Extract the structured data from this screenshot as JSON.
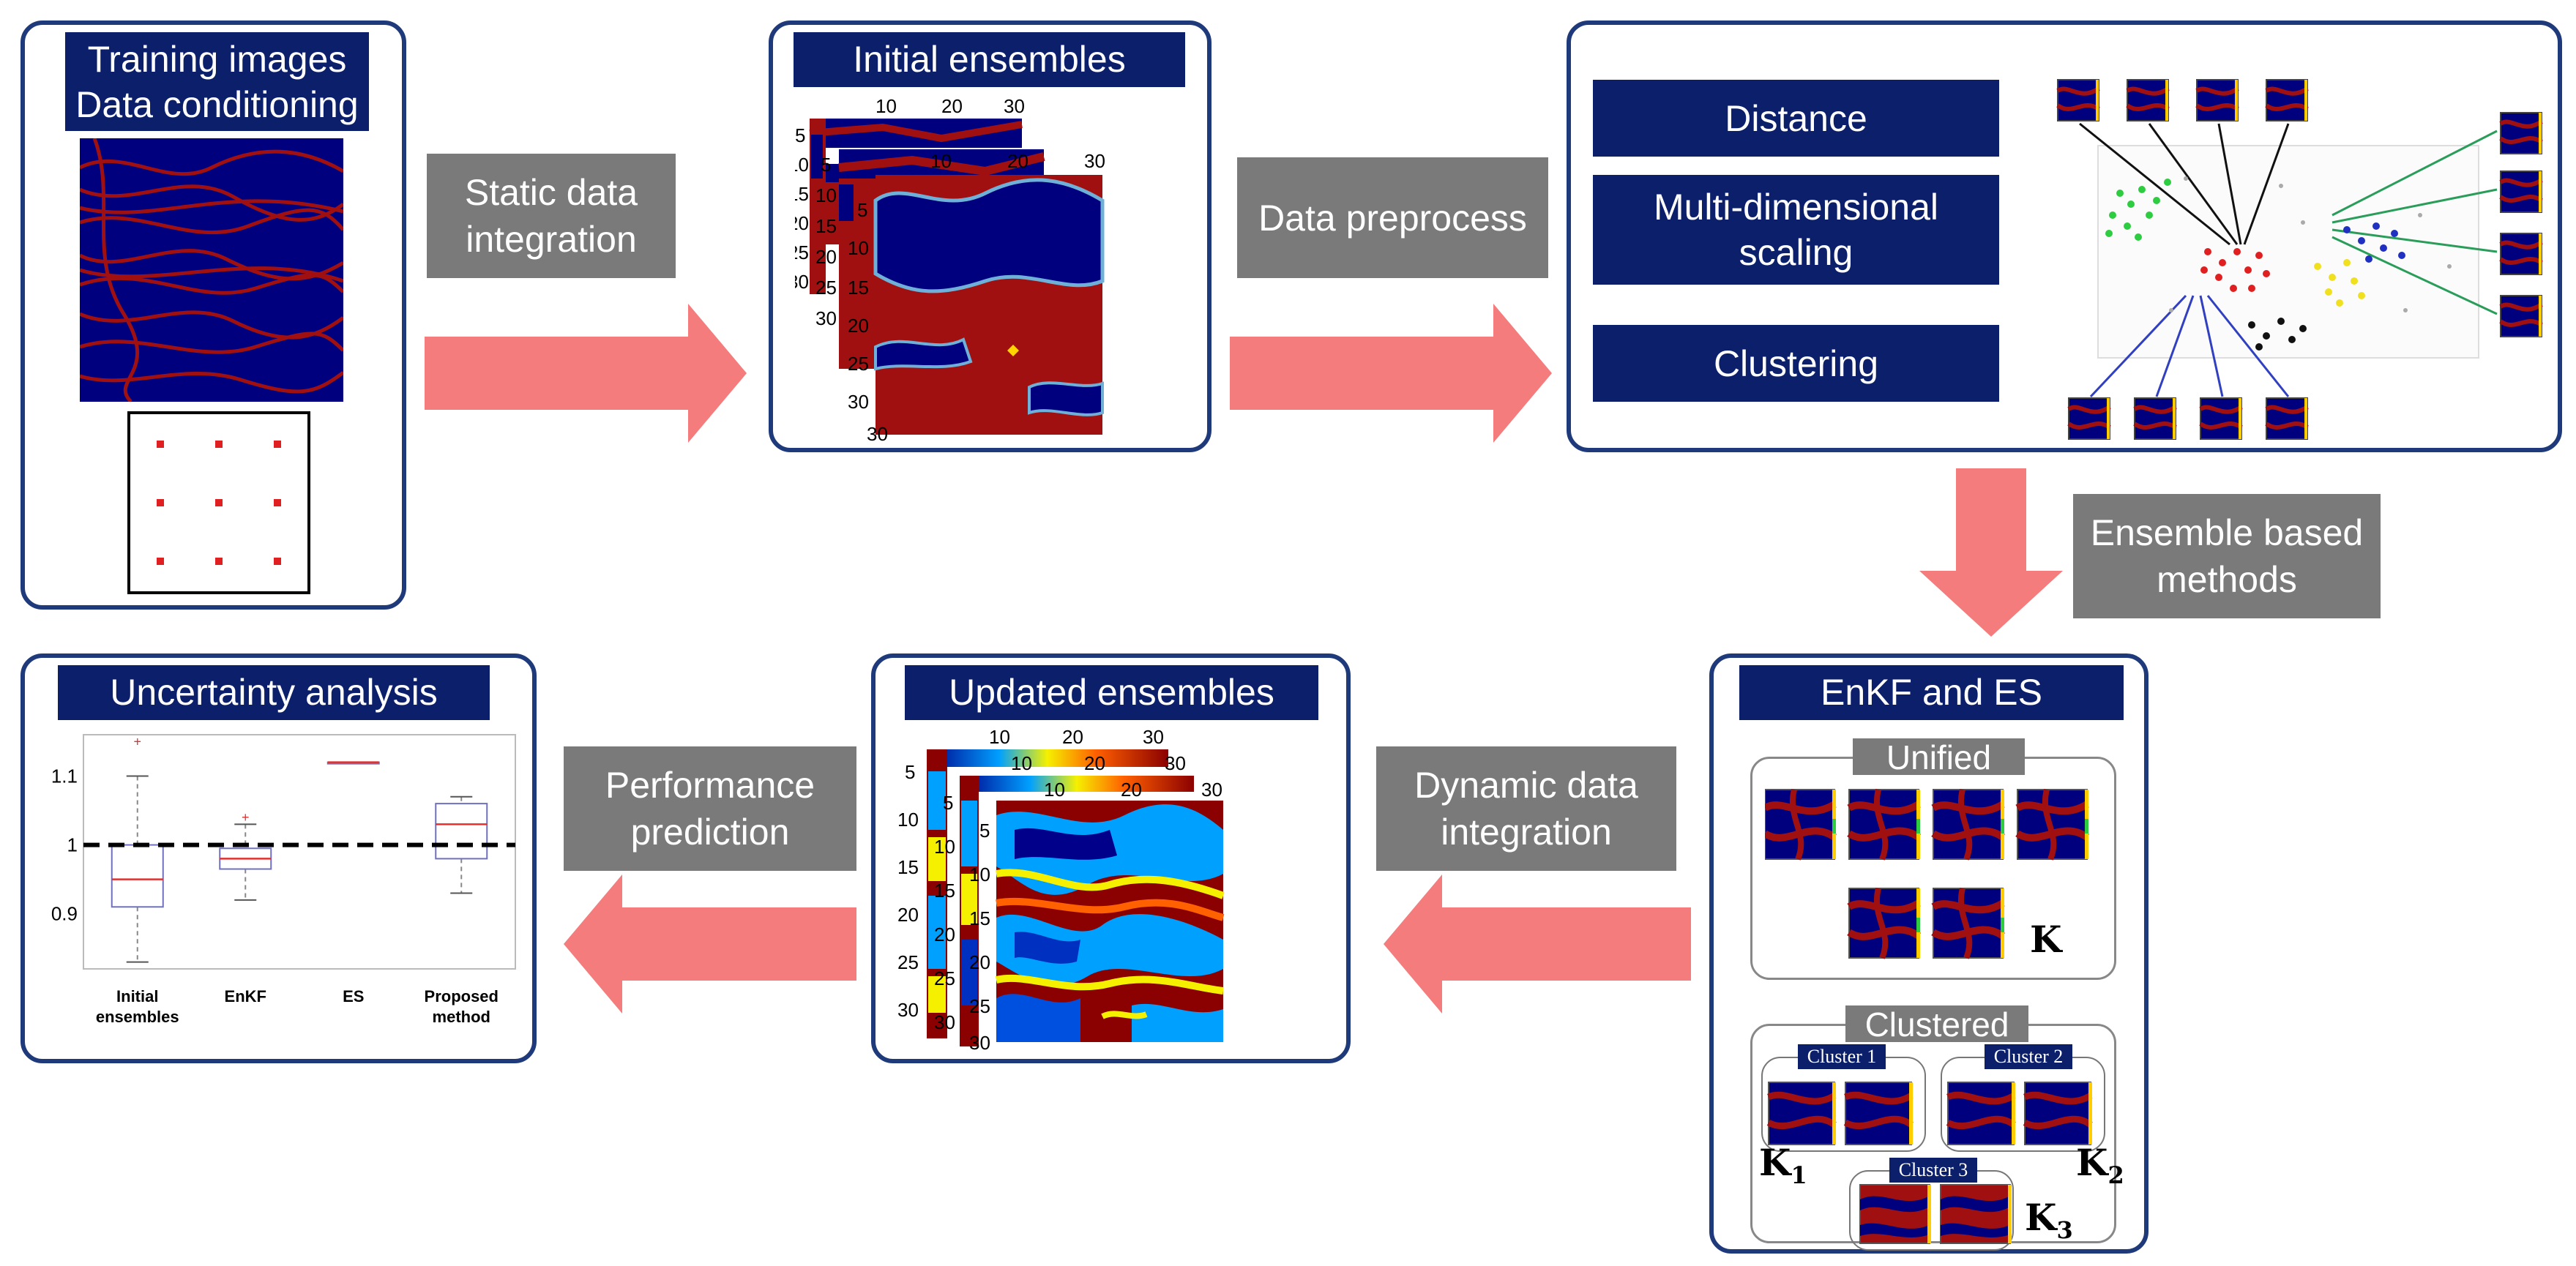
{
  "panels": {
    "training": {
      "title_line1": "Training images",
      "title_line2": "Data conditioning"
    },
    "initial": {
      "title": "Initial ensembles",
      "x_ticks": [
        "10",
        "20",
        "30"
      ],
      "y_ticks": [
        "5",
        "10",
        "15",
        "20",
        "25",
        "30"
      ]
    },
    "preprocess": {
      "items": [
        "Distance",
        "Multi-dimensional scaling",
        "Clustering"
      ]
    },
    "enkf": {
      "title": "EnKF and ES",
      "unified_label": "Unified",
      "clustered_label": "Clustered",
      "clusters": [
        "Cluster 1",
        "Cluster 2",
        "Cluster 3"
      ],
      "k": "K",
      "k1_sub": "1",
      "k2_sub": "2",
      "k3_sub": "3"
    },
    "updated": {
      "title": "Updated ensembles",
      "x_ticks": [
        "10",
        "20",
        "30"
      ],
      "y_ticks": [
        "5",
        "10",
        "15",
        "20",
        "25",
        "30"
      ]
    },
    "uncertainty": {
      "title": "Uncertainty analysis",
      "y_ticks": [
        "1.1",
        "1",
        "0.9"
      ],
      "categories": [
        "Initial ensembles",
        "EnKF",
        "ES",
        "Proposed method"
      ]
    }
  },
  "steps": {
    "static": "Static data integration",
    "preprocess": "Data preprocess",
    "ensemble": "Ensemble based methods",
    "dynamic": "Dynamic data integration",
    "performance": "Performance prediction"
  },
  "colors": {
    "navy": "#0b1f6b",
    "arrow": "#f47c7c",
    "gray": "#7a7a7a",
    "channel": "#a01010",
    "background_map": "#00007e"
  },
  "chart_data": {
    "type": "box",
    "categories": [
      "Initial ensembles",
      "EnKF",
      "ES",
      "Proposed method"
    ],
    "boxes": [
      {
        "min": 0.83,
        "q1": 0.91,
        "median": 0.95,
        "q3": 1.0,
        "max": 1.1,
        "outliers": [
          1.15
        ]
      },
      {
        "min": 0.92,
        "q1": 0.965,
        "median": 0.98,
        "q3": 0.995,
        "max": 1.03,
        "outliers": [
          1.04
        ]
      },
      {
        "min": 1.12,
        "q1": 1.12,
        "median": 1.12,
        "q3": 1.12,
        "max": 1.12,
        "outliers": []
      },
      {
        "min": 0.93,
        "q1": 0.98,
        "median": 1.03,
        "q3": 1.06,
        "max": 1.07,
        "outliers": []
      }
    ],
    "reference_line": 1.0,
    "ylim": [
      0.82,
      1.16
    ]
  }
}
